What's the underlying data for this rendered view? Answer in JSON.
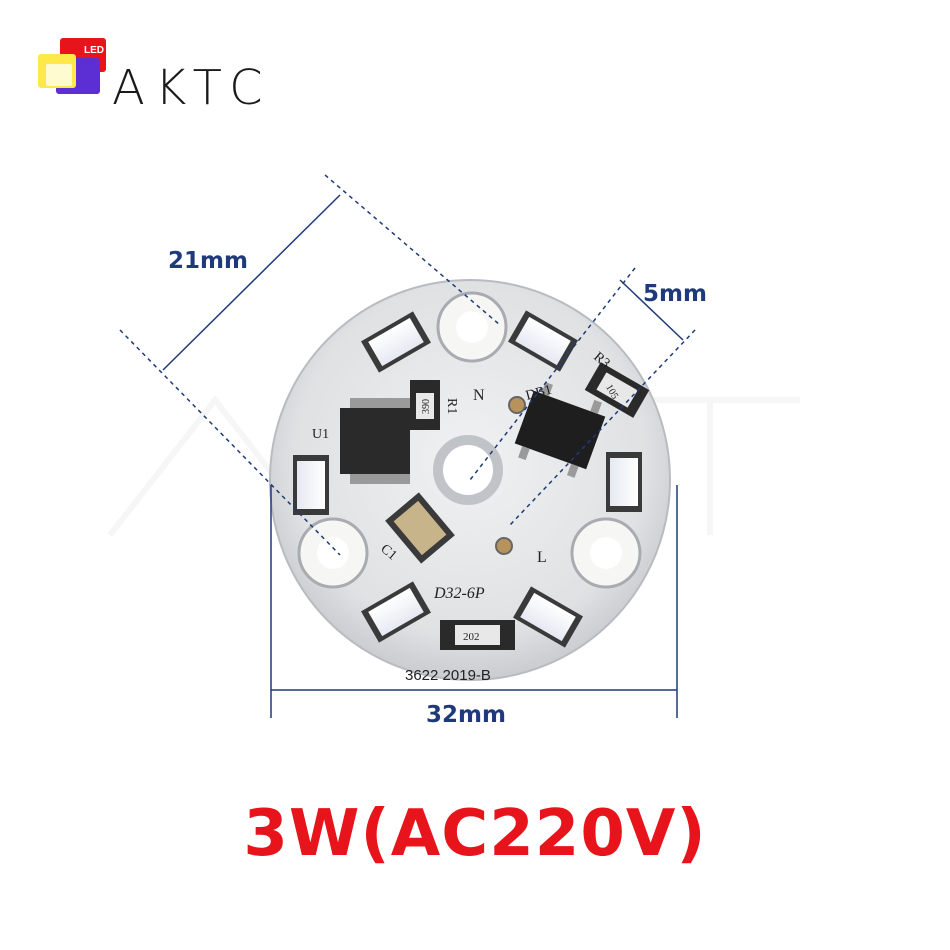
{
  "brand": {
    "name": "AKTC",
    "icon_text": "LED"
  },
  "dimensions": {
    "diagonal_label": "21mm",
    "offset_label": "5mm",
    "width_label": "32mm"
  },
  "board": {
    "component_labels": [
      "U1",
      "R1",
      "390",
      "N",
      "DB1",
      "R3",
      "105",
      "C1",
      "L",
      "D32-6P",
      "202",
      "3622 2019-B"
    ]
  },
  "caption": "3W(AC220V)",
  "colors": {
    "caption": "#e8141b",
    "dimension": "#1e3a7a",
    "board": "#e4e6e8"
  }
}
